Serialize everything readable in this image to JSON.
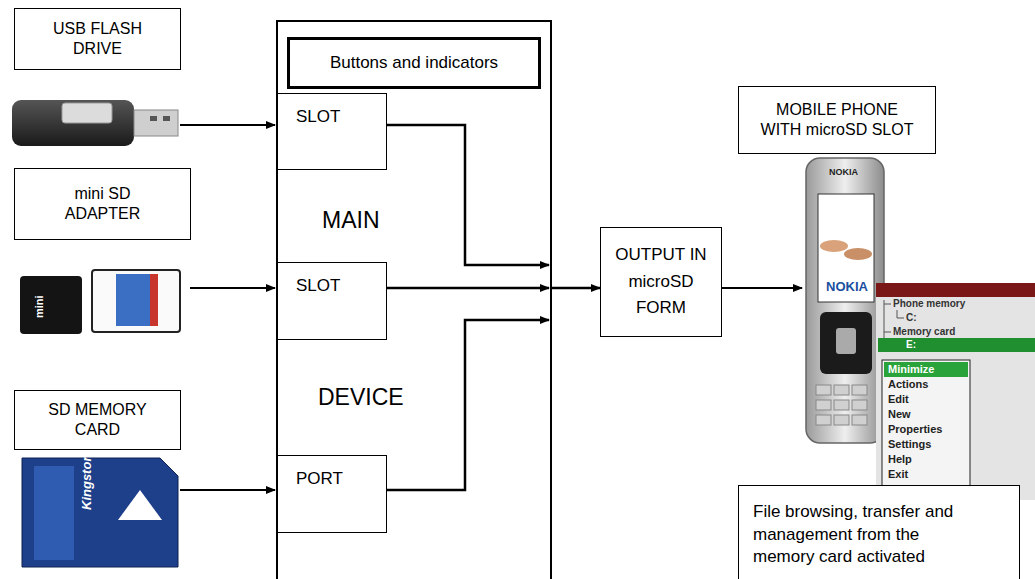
{
  "diagram": {
    "nodes": [
      {
        "text": [
          "USB FLASH DRIVE"
        ]
      },
      {
        "text": [
          "mini SD ADAPTER"
        ]
      },
      {
        "text": [
          "SD MEMORY CARD"
        ]
      },
      {
        "text": [
          "MAIN",
          "DEVICE"
        ]
      },
      {
        "text": [
          "Buttons and indicators"
        ],
        "in": 3
      },
      {
        "text": [
          "SLOT"
        ],
        "in": 3
      },
      {
        "text": [
          "SLOT"
        ],
        "in": 3
      },
      {
        "text": [
          "PORT"
        ],
        "in": 3
      },
      {
        "text": [
          "OUTPUT IN microSD FORM"
        ]
      },
      {
        "text": [
          "MOBILE PHONE WITH microSD SLOT"
        ]
      },
      {
        "text": [
          "File browsing, transfer and management from the memory card activated"
        ]
      }
    ],
    "edges": [
      {
        "from": 5,
        "to": 3,
        "arrow": "to"
      },
      {
        "from": 6,
        "to": 3,
        "arrow": "to"
      },
      {
        "from": 7,
        "to": 3,
        "arrow": "to"
      },
      {
        "from": 3,
        "to": 8,
        "arrow": "to"
      }
    ],
    "labels": [
      "mini",
      "Kingston",
      "NOKIA",
      "NOKIA",
      "Phone memory",
      "C:",
      "Memory card",
      "E:",
      "Minimize",
      "Actions",
      "Edit",
      "New",
      "Properties",
      "Settings",
      "Help",
      "Exit"
    ]
  }
}
